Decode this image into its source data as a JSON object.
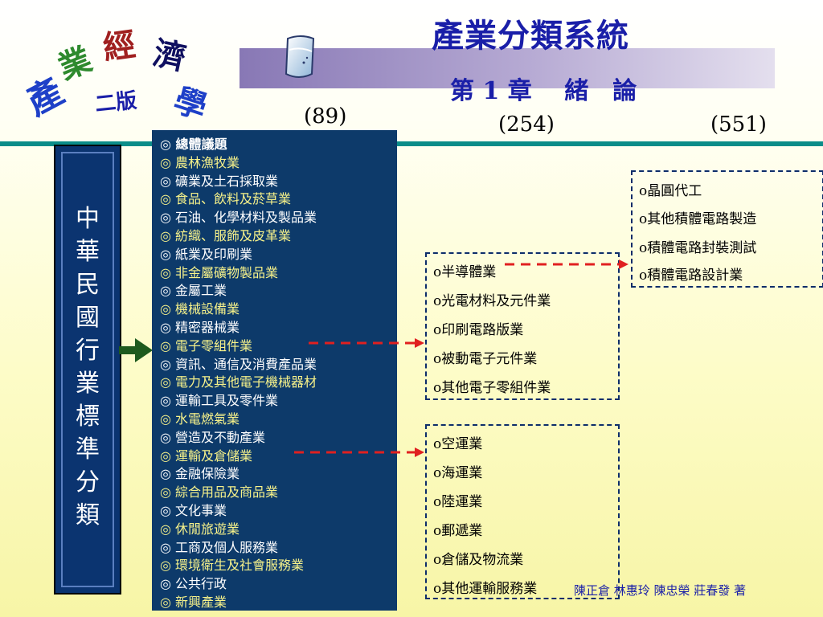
{
  "logo": {
    "chars": [
      "產",
      "業",
      "經",
      "濟",
      "學"
    ],
    "edition": "二版"
  },
  "title": "產業分類系統",
  "subtitle": "第 1 章　 緒　論",
  "counts": [
    "(89)",
    "(254)",
    "(551)"
  ],
  "classification_label": "中華民國行業標準分類",
  "industries": [
    {
      "text": "◎  總體議題",
      "color": "#ffffff",
      "bold": true
    },
    {
      "text": "◎  農林漁牧業",
      "color": "#f7f28a"
    },
    {
      "text": "◎  礦業及土石採取業",
      "color": "#ffffff"
    },
    {
      "text": "◎  食品、飲料及菸草業",
      "color": "#f7f28a"
    },
    {
      "text": "◎  石油、化學材料及製品業",
      "color": "#ffffff"
    },
    {
      "text": "◎  紡織、服飾及皮革業",
      "color": "#f7f28a"
    },
    {
      "text": "◎  紙業及印刷業",
      "color": "#ffffff"
    },
    {
      "text": "◎  非金屬礦物製品業",
      "color": "#f7f28a"
    },
    {
      "text": "◎  金屬工業",
      "color": "#ffffff"
    },
    {
      "text": "◎  機械設備業",
      "color": "#f7f28a"
    },
    {
      "text": "◎  精密器械業",
      "color": "#ffffff"
    },
    {
      "text": "◎  電子零組件業",
      "color": "#f7f28a"
    },
    {
      "text": "◎  資訊、通信及消費產品業",
      "color": "#ffffff"
    },
    {
      "text": "◎  電力及其他電子機械器材",
      "color": "#f7f28a"
    },
    {
      "text": "◎  運輸工具及零件業",
      "color": "#ffffff"
    },
    {
      "text": "◎  水電燃氣業",
      "color": "#f7f28a"
    },
    {
      "text": "◎  營造及不動產業",
      "color": "#ffffff"
    },
    {
      "text": "◎  運輸及倉儲業",
      "color": "#f7f28a"
    },
    {
      "text": "◎  金融保險業",
      "color": "#ffffff"
    },
    {
      "text": "◎  綜合用品及商品業",
      "color": "#f7f28a"
    },
    {
      "text": "◎  文化事業",
      "color": "#ffffff"
    },
    {
      "text": "◎  休閒旅遊業",
      "color": "#f7f28a"
    },
    {
      "text": "◎  工商及個人服務業",
      "color": "#ffffff"
    },
    {
      "text": "◎  環境衛生及社會服務業",
      "color": "#f7f28a"
    },
    {
      "text": "◎  公共行政",
      "color": "#ffffff"
    },
    {
      "text": "◎  新興產業",
      "color": "#f7f28a"
    }
  ],
  "electronics_sub": [
    "o半導體業",
    "o光電材料及元件業",
    "o印刷電路版業",
    "o被動電子元件業",
    "o其他電子零組件業"
  ],
  "semiconductor_sub": [
    "o晶圓代工",
    "o其他積體電路製造",
    "o積體電路封裝測試",
    "o積體電路設計業"
  ],
  "transport_sub": [
    "o空運業",
    "o海運業",
    "o陸運業",
    "o郵遞業",
    "o倉儲及物流業",
    "o其他運輸服務業"
  ],
  "authors": "陳正倉 林惠玲  陳忠榮 莊春發 著"
}
